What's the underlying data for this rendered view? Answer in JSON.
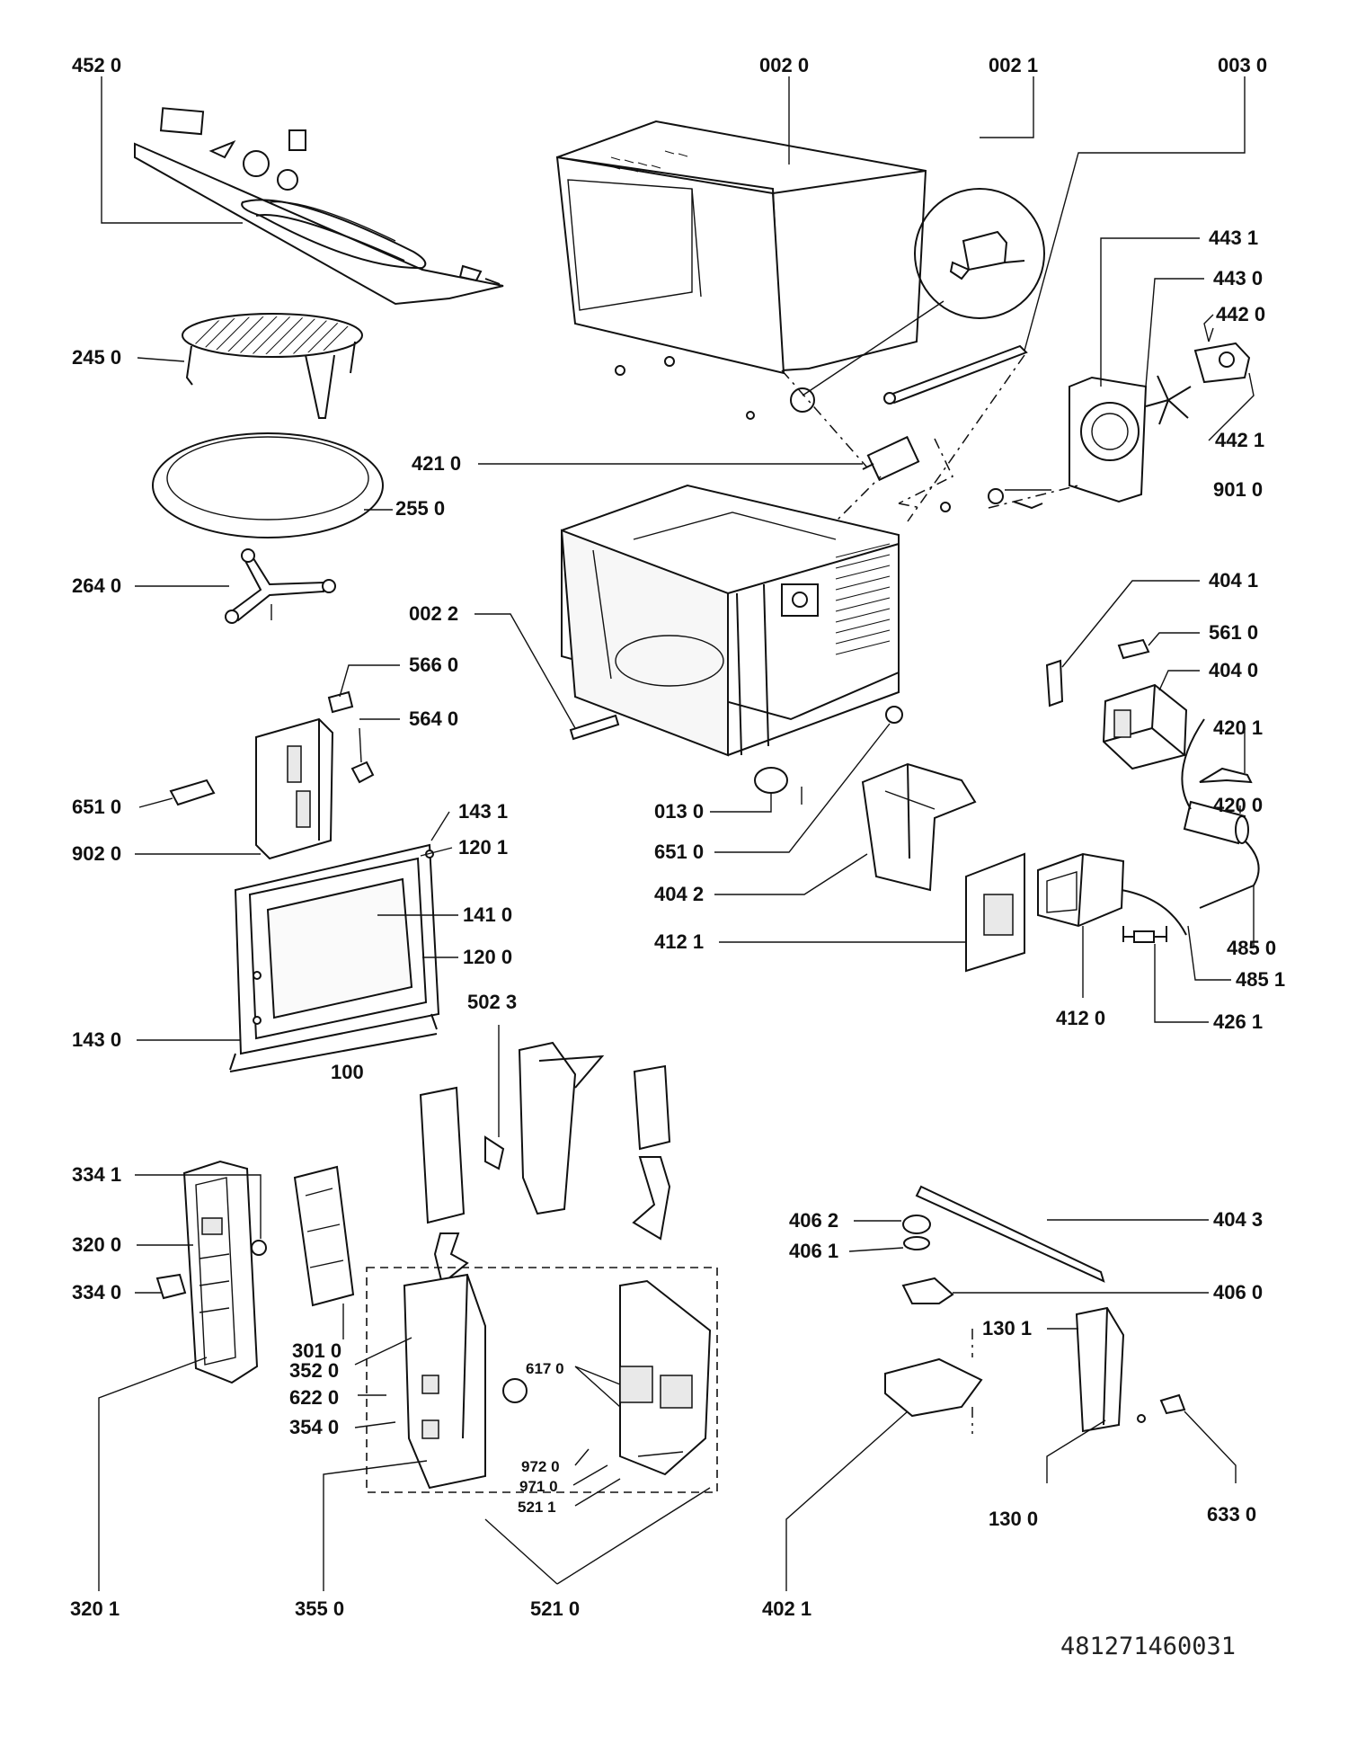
{
  "labels": {
    "p4520": "452 0",
    "p0020": "002  0",
    "p0021": "002 1",
    "p0030": "003 0",
    "p4431": "443 1",
    "p4430": "443 0",
    "p4420": "442 0",
    "p4421": "442 1",
    "p2450": "245 0",
    "p2550": "255 0",
    "p4210": "421 0",
    "p9010": "901 0",
    "p2640": "264 0",
    "p0022": "002 2",
    "p4041": "404 1",
    "p5610": "561 0",
    "p5660": "566 0",
    "p4040": "404 0",
    "p5640": "564 0",
    "p4201": "420 1",
    "p6510a": "651 0",
    "p4200": "420 0",
    "p0130": "013 0",
    "p9020": "902 0",
    "p1431": "143 1",
    "p1201": "120 1",
    "p6510b": "651  0",
    "p4042": "404  2",
    "p1410": "141 0",
    "p4121": "412  1",
    "p4850": "485 0",
    "p1200": "120 0",
    "p4851": "485 1",
    "p4120": "412  0",
    "p5023": "502 3",
    "p1430": "143 0",
    "p4261": "426 1",
    "p100": "100",
    "p3341": "334 1",
    "p3200": "320 0",
    "p4062": "406  2",
    "p4043": "404 3",
    "p4061": "406  1",
    "p3340": "334  0",
    "p4060": "406 0",
    "p3010": "301 0",
    "p3520": "352  0",
    "p1301": "130 1",
    "p6170": "617 0",
    "p6220": "622 0",
    "p3540": "354  0",
    "p9720": "972 0",
    "p9710": "971 0",
    "p5211": "521 1",
    "p1300": "130  0",
    "p6330": "633 0",
    "p3201": "320 1",
    "p3550": "355 0",
    "p5210": "521  0",
    "p4021": "402 1"
  },
  "document_number": "481271460031"
}
